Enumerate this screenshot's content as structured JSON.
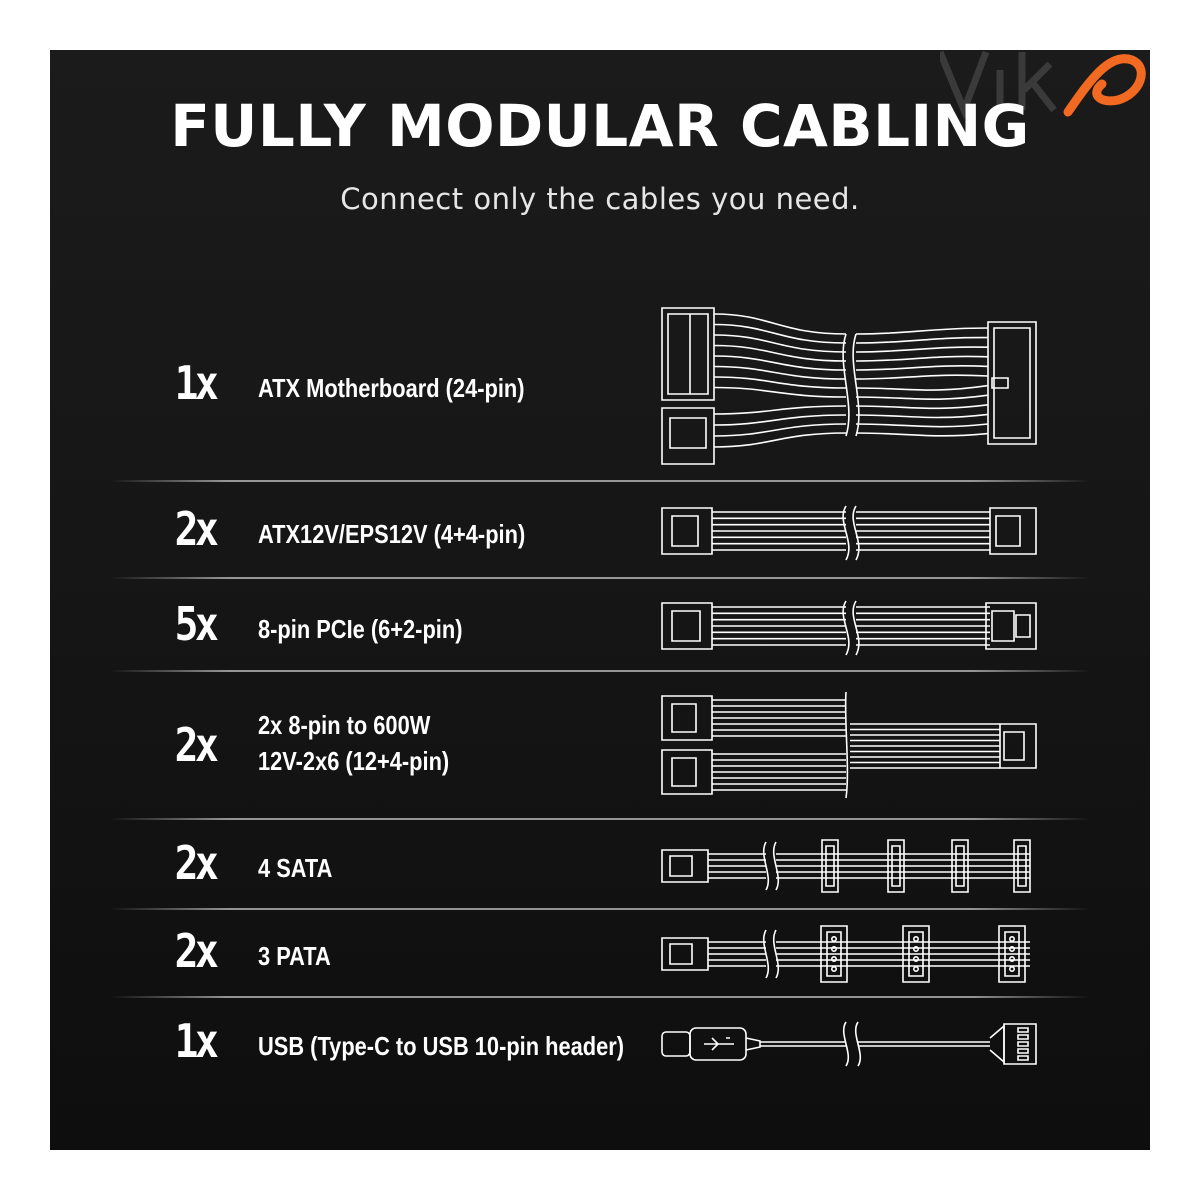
{
  "brand": {
    "logo_text": "Vik",
    "accent_color": "#f26a21"
  },
  "header": {
    "title": "FULLY MODULAR CABLING",
    "subtitle": "Connect only the cables you need."
  },
  "rows": [
    {
      "qty": "1x",
      "lines": [
        "ATX Motherboard (24-pin)"
      ],
      "icon": "atx-24pin-cable-icon"
    },
    {
      "qty": "2x",
      "lines": [
        "ATX12V/EPS12V (4+4-pin)"
      ],
      "icon": "eps-cable-icon"
    },
    {
      "qty": "5x",
      "lines": [
        "8-pin PCIe (6+2-pin)"
      ],
      "icon": "pcie-cable-icon"
    },
    {
      "qty": "2x",
      "lines": [
        "2x 8-pin to 600W",
        "12V-2x6 (12+4-pin)"
      ],
      "icon": "12v-2x6-cable-icon"
    },
    {
      "qty": "2x",
      "lines": [
        "4 SATA"
      ],
      "icon": "sata-cable-icon"
    },
    {
      "qty": "2x",
      "lines": [
        "3 PATA"
      ],
      "icon": "pata-cable-icon"
    },
    {
      "qty": "1x",
      "lines": [
        "USB (Type-C to USB 10-pin header)"
      ],
      "icon": "usb-cable-icon"
    }
  ]
}
